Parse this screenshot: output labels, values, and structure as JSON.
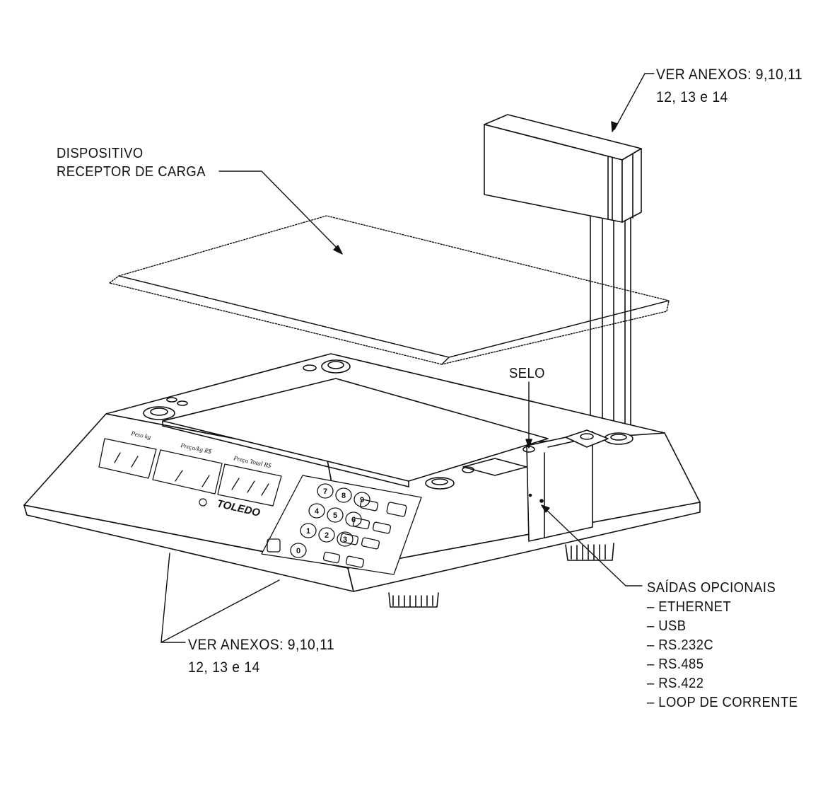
{
  "labels": {
    "top_annex_line1": "VER ANEXOS: 9,10,11",
    "top_annex_line2": "12, 13 e 14",
    "receptor_line1": "DISPOSITIVO",
    "receptor_line2": "RECEPTOR DE CARGA",
    "selo": "SELO",
    "bottom_annex_line1": "VER ANEXOS: 9,10,11",
    "bottom_annex_line2": "12, 13 e 14",
    "outputs_title": "SAÍDAS OPCIONAIS",
    "outputs": [
      "– ETHERNET",
      "– USB",
      "– RS.232C",
      "– RS.485",
      "– RS.422",
      "– LOOP DE CORRENTE"
    ]
  },
  "display": {
    "weight_label": "Peso kg",
    "price_label": "Preço/kg R$",
    "total_label": "Preço Total R$",
    "brand": "TOLEDO"
  },
  "keypad": {
    "keys": [
      "7",
      "8",
      "9",
      "4",
      "5",
      "6",
      "1",
      "2",
      "3",
      "0"
    ]
  },
  "colors": {
    "line": "#111111",
    "background": "#ffffff"
  }
}
